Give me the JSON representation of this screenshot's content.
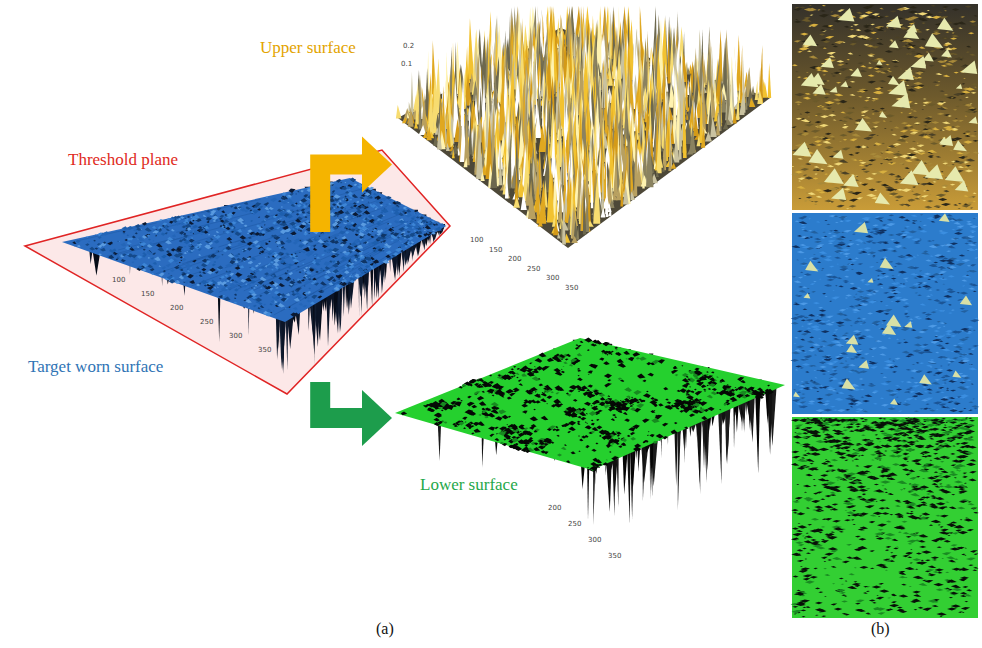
{
  "diagram": {
    "nodes": [
      {
        "text": [
          "Threshold plane"
        ]
      },
      {
        "text": [
          "Target worn surface"
        ],
        "in": 0
      },
      {
        "text": [
          "Upper surface"
        ]
      },
      {
        "text": [
          "Lower surface"
        ]
      }
    ],
    "edges": [
      {
        "from": 1,
        "to": 2,
        "arrow": "to"
      },
      {
        "from": 1,
        "to": 3,
        "arrow": "to"
      }
    ],
    "labels": [
      "0.2",
      "0.1",
      "100",
      "150",
      "200",
      "250",
      "300",
      "350",
      "100",
      "150",
      "200",
      "250",
      "300",
      "350",
      "200",
      "250",
      "300",
      "350",
      "(a)",
      "(b)"
    ]
  }
}
